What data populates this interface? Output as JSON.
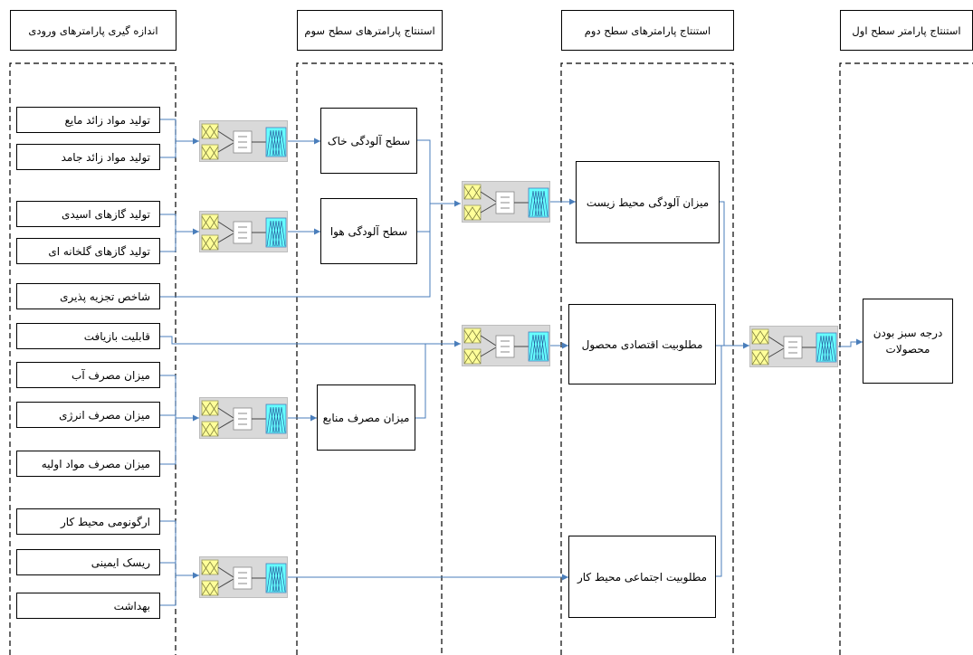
{
  "headers": {
    "inputs": "اندازه گیری پارامترهای ورودی",
    "level3": "استنتاج پارامترهای سطح سوم",
    "level2": "استنتاج پارامترهای سطح دوم",
    "level1": "استنتاج پارامتر سطح اول"
  },
  "inputs": {
    "liquid_waste": "تولید مواد زائد مایع",
    "solid_waste": "تولید مواد زائد جامد",
    "acid_gases": "تولید گازهای اسیدی",
    "greenhouse_gases": "تولید گازهای گلخانه ای",
    "biodegradability": "شاخص تجزیه پذیری",
    "recyclability": "قابلیت بازیافت",
    "water_use": "میزان مصرف آب",
    "energy_use": "میزان مصرف انرژی",
    "raw_material_use": "میزان مصرف مواد اولیه",
    "ergonomics": "ارگونومی محیط کار",
    "safety_risk": "ریسک ایمینی",
    "health": "بهداشت"
  },
  "level3": {
    "soil_pollution": "سطح آلودگی خاک",
    "air_pollution": "سطح آلودگی هوا",
    "resource_use": "میزان مصرف منابع"
  },
  "level2": {
    "environment_pollution": "میزان آلودگی محیط زیست",
    "economic_desirability": "مطلوبیت اقتصادی محصول",
    "social_desirability": "مطلوبیت اجتماعی محیط کار"
  },
  "level1": {
    "greenness_line1": "درجه سبز بودن",
    "greenness_line2": "محصولات"
  },
  "colors": {
    "arrow": "#4a7ebb",
    "fis_background": "#d9d9d9",
    "input_mf": "#ffff99",
    "output_mf": "#66ffff",
    "dashed": "#000000"
  }
}
